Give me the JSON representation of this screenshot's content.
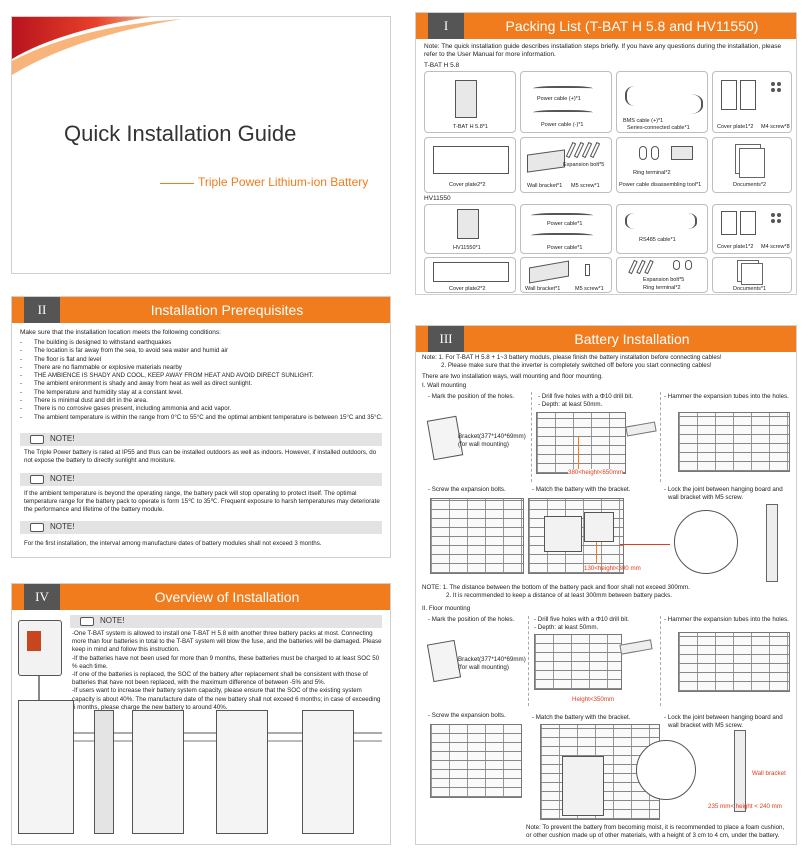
{
  "cover": {
    "title": "Quick Installation Guide",
    "subtitle": "Triple Power Lithium-ion Battery"
  },
  "packing": {
    "number": "I",
    "title": "Packing List (T-BAT H 5.8 and HV11550)",
    "note": "Note: The quick installation guide describes installation steps briefly. If you have any questions during the installation, please refer to the User Manual for more information.",
    "group1": "T-BAT H 5.8",
    "group2": "HV11550",
    "items1": {
      "battery": "T-BAT H 5.8*1",
      "power_pos": "Power  cable (+)*1",
      "power_neg": "Power cable (-)*1",
      "bms": "BMS cable (+)*1",
      "series": "Series-connected cable*1",
      "cover_plate": "Cover plate1*2",
      "m4": "M4 screw*8",
      "cover_plate2": "Cover plate2*2",
      "wall_bracket": "Wall bracket*1",
      "expansion": "Expansion bolt*5",
      "m5": "M5 screw*1",
      "ring": "Ring terminal*2",
      "disassembly": "Power cable disassembling tool*1",
      "documents": "Documents*2"
    },
    "items2": {
      "battery": "HV11550*1",
      "power_cable_a": "Power cable*1",
      "power_cable_b": "Power cable*1",
      "rs485": "RS485 cable*1",
      "cover_plate": "Cover plate1*2",
      "m4": "M4 screw*8",
      "cover_plate2": "Cover plate2*2",
      "wall_bracket": "Wall bracket*1",
      "m5": "M5 screw*1",
      "expansion": "Expansion bolt*5",
      "ring": "Ring terminal*2",
      "documents": "Documents*1"
    }
  },
  "prereq": {
    "number": "II",
    "title": "Installation Prerequisites",
    "intro": "Make sure that the installation location meets the following conditions:",
    "items": [
      "The building is designed to withstand earthquakes",
      "The location is far away from the sea, to avoid sea water and humid air",
      "The floor is flat and level",
      "There are no flammable or explosive materials nearby",
      "THE AMBIENCE IS SHADY AND COOL, KEEP AWAY FROM HEAT AND AVOID DIRECT SUNLIGHT.",
      "The ambient enironment is shady and away from heat as well as direct sunlight.",
      "The temperature and humidity stay at a constant level.",
      "There is minimal dust and dirt in the area.",
      "There is no corrosive gases present, including ammonia and acid vapor.",
      "The  ambient  temperature is within the range from 0°C to 55°C and the optimal ambient temperature is between 15°C and 35°C."
    ],
    "note_label": "NOTE!",
    "note1": "The Triple Power battery  is rated at IP55 and thus can be installed outdoors as well as indoors. However, if installed outdoors, do not expose the battery to directly sunlight and moisture.",
    "note2": "If the ambient temperature is beyond the operating range, the battery pack will stop operating to protect itself. The optimal temperature range for the battery pack to operate is form 15℃ to 35℃. Frequent exposure to harsh temperatures may deteriorate the performance and lifetime of the battery module.",
    "note3": "For the first installation, the interval among manufacture dates of battery modules shall not exceed 3 months."
  },
  "overview": {
    "number": "IV",
    "title": "Overview of Installation",
    "note_label": "NOTE!",
    "lines": [
      "-One T-BAT system  is allowed to install one T-BAT H 5.8 with another three battery packs at most. Connecting more than four batteries in total to the T-BAT system will blow the fuse, and the batteries will be damaged. Please keep in mind and follow this instruction.",
      "-If the batteries have not been used for more than 9 months, these batteries must be charged to at least SOC 50 % each time.",
      "-If one of the batteries is replaced, the SOC of the battery after replacement shall be consistent with those of batteries that have not been replaced, with the maximum difference of between -5% and 5%.",
      "-If users want to increase their battery system capacity, please ensure that the SOC of the existing system capacity is about 40%. The manufacture date of the new battery shall not exceed 6 months; in case of exceeding 6 months, please charge the new battery to around 40%."
    ]
  },
  "battery": {
    "number": "III",
    "title": "Battery Installation",
    "note1": "Note: 1. For T-BAT H 5.8 + 1~3 battery moduls, please finish the battery installation before connecting cables!",
    "note2": "2. Please make sure that the inverter is completely switched off before you start connecting cables!",
    "ways": "There are two installation ways, wall mounting and floor mounting.",
    "wall_heading": "I.     Wall mounting",
    "floor_heading": "II.   Floor mounting",
    "mark": "- Mark the position of the holes.",
    "drill_1": "- Drill five holes with a Φ10 drill bit.",
    "drill_2": "- Depth: at least 50mm.",
    "hammer": "- Hammer the expansion tubes into the holes.",
    "bracket_label": "Bracket(377*140*69mm)",
    "bracket_sub": "(for wall mounting)",
    "height_wall_a": "380<height<650mm",
    "screw_bolts": "- Screw the expansion bolts.",
    "match": "- Match the battery with the bracket.",
    "lock_1": "- Lock the joint between hanging board and",
    "lock_2": "wall bracket with M5 screw.",
    "height_wall_b": "130<height<300 mm",
    "note_dist_1": "NOTE: 1. The distance between the bottom of the battery pack and floor shall not exceed 300mm.",
    "note_dist_2": "2. It is recommended to keep a distance of at least 300mm between battery packs.",
    "height_floor": "Height<350mm",
    "wall_bracket": "Wall bracket",
    "height_floor_b": "235 mm< height < 240 mm",
    "moist_1": "Note: To prevent the battery from becoming moist, it is recommended to place a foam cushion,",
    "moist_2": "or other cushion made up of other materials, with a height of 3 cm to 4 cm, under the battery."
  },
  "colors": {
    "accent": "#f07c1e",
    "number_box": "#555555",
    "highlight": "#e03c1e"
  }
}
